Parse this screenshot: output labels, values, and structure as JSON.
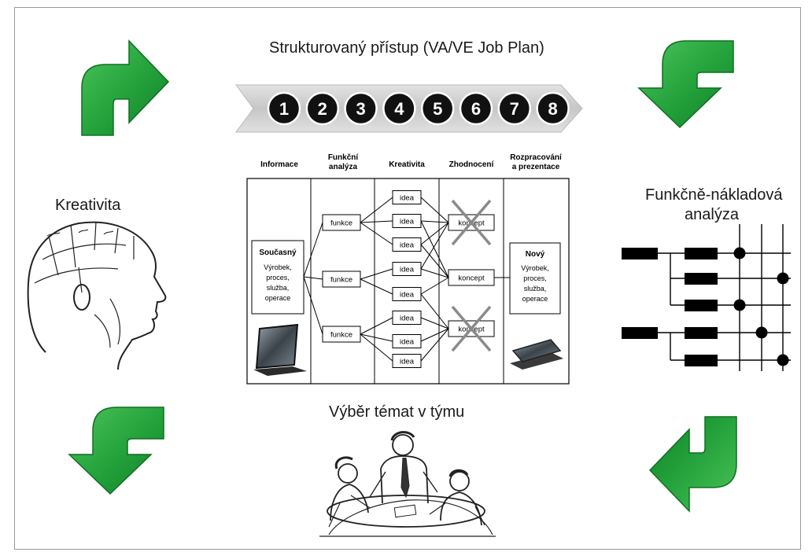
{
  "titles": {
    "job_plan": "Strukturovaný  přístup  (VA/VE Job Plan)",
    "creativity": "Kreativita",
    "fca_line1": "Funkčně-nákladová",
    "fca_line2": "analýza",
    "team": "Výběr témat v týmu"
  },
  "steps": [
    "1",
    "2",
    "3",
    "4",
    "5",
    "6",
    "7",
    "8"
  ],
  "columns": [
    {
      "line1": "Informace",
      "line2": ""
    },
    {
      "line1": "Funkční",
      "line2": "analýza"
    },
    {
      "line1": "Kreativita",
      "line2": ""
    },
    {
      "line1": "Zhodnocení",
      "line2": ""
    },
    {
      "line1": "Rozpracování",
      "line2": "a prezentace"
    }
  ],
  "current_box": {
    "title": "Současný",
    "lines": [
      "Výrobek,",
      "proces,",
      "služba,",
      "operace"
    ]
  },
  "new_box": {
    "title": "Nový",
    "lines": [
      "Výrobek,",
      "proces,",
      "služba,",
      "operace"
    ]
  },
  "function_label": "funkce",
  "idea_label": "idea",
  "concept_label": "koncept",
  "colors": {
    "arrow_green": "#23a13a",
    "arrow_green_dark": "#0f6e22",
    "step_circle": "#111111",
    "chevron": "#c8c8c8",
    "cross": "#8a8a8a"
  },
  "icons": {
    "cycle_arrows": "curved-arrow-icon",
    "head": "phrenology-head-icon",
    "team": "team-meeting-icon",
    "tablet": "tablet-icon",
    "matrix": "function-cost-matrix-icon"
  }
}
